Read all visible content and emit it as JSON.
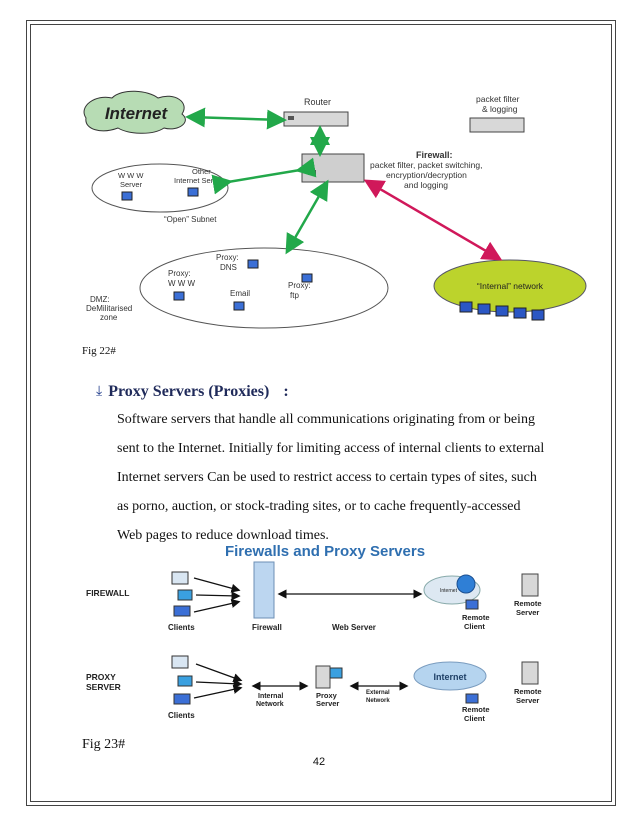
{
  "figure22": {
    "caption": "Fig 22#",
    "labels": {
      "internet": "Internet",
      "router": "Router",
      "packet_filter": [
        "packet filter",
        "& logging"
      ],
      "firewall_title": "Firewall:",
      "firewall_desc": [
        "packet filter, packet switching,",
        "encryption/decryption",
        "and logging"
      ],
      "www_server": [
        "W W W",
        "Server"
      ],
      "other_server": [
        "Other",
        "Internet Server"
      ],
      "open_subnet": "“Open” Subnet",
      "proxy_dns": [
        "Proxy:",
        "DNS"
      ],
      "proxy_www": [
        "Proxy:",
        "W W W"
      ],
      "email": "Email",
      "proxy_ftp": [
        "Proxy:",
        "ftp"
      ],
      "dmz": [
        "DMZ:",
        "DeMilitarised",
        "zone"
      ],
      "internal_network": "“Internal” network"
    }
  },
  "section": {
    "bullet_icon": "arrow-down-icon",
    "heading": "Proxy Servers (Proxies)",
    "colon": ":",
    "paragraph_lines": [
      " Software servers that handle all communications originating  from or being",
      "sent to the Internet. Initially  for limiting  access of internal clients  to external",
      "Internet servers Can be used to restrict access to certain types of sites, such",
      "as porno, auction, or stock-trading sites, or to cache frequently-accessed",
      "Web pages to reduce download times."
    ]
  },
  "figure23": {
    "caption": "Fig 23#",
    "title": "Firewalls and Proxy Servers",
    "row1": {
      "label": "FIREWALL",
      "clients": "Clients",
      "firewall": "Firewall",
      "web_server": "Web Server",
      "internet": "Internet",
      "remote_client": [
        "Remote",
        "Client"
      ],
      "remote_server": [
        "Remote",
        "Server"
      ]
    },
    "row2": {
      "label": [
        "PROXY",
        "SERVER"
      ],
      "clients": "Clients",
      "internal_network": [
        "Internal",
        "Network"
      ],
      "proxy_server": [
        "Proxy",
        "Server"
      ],
      "external_network": [
        "External",
        "Network"
      ],
      "internet": "Internet",
      "remote_client": [
        "Remote",
        "Client"
      ],
      "remote_server": [
        "Remote",
        "Server"
      ]
    }
  },
  "page_number": "42",
  "colors": {
    "green_arrow": "#22a84a",
    "red_arrow": "#d0185a",
    "cloud": "#b7dcb4",
    "internal_network_fill": "#bcd32c",
    "figure_title_blue": "#2f6fb0",
    "heading_blue": "#1f2a5a"
  }
}
